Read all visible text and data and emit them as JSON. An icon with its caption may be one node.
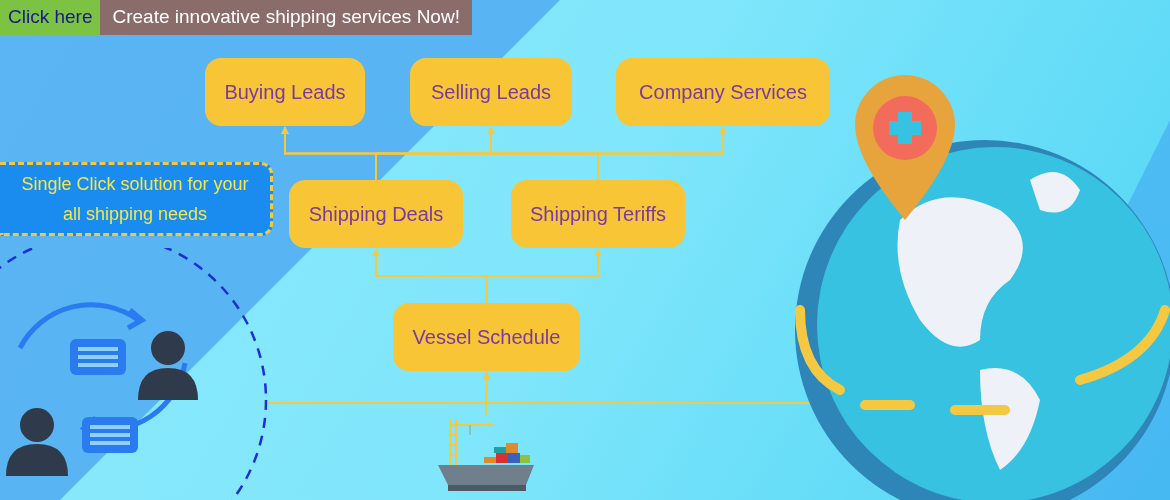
{
  "diagram": {
    "nodes": [
      {
        "text": [
          "Buying Leads"
        ]
      },
      {
        "text": [
          "Selling Leads"
        ]
      },
      {
        "text": [
          "Company Services"
        ]
      },
      {
        "text": [
          "Shipping Deals"
        ]
      },
      {
        "text": [
          "Shipping Teriffs"
        ]
      },
      {
        "text": [
          "Vessel Schedule"
        ]
      },
      {
        "text": [
          "Single Click solution for your all shipping needs"
        ]
      },
      {
        "text": [],
        "shape": "picture"
      },
      {
        "text": [],
        "shape": "picture"
      },
      {
        "text": [],
        "shape": "picture"
      }
    ],
    "edges": [
      {
        "from": 3,
        "to": 0,
        "arrow": "to"
      },
      {
        "from": 3,
        "to": 1,
        "arrow": "to"
      },
      {
        "from": 3,
        "to": 2,
        "arrow": "to"
      },
      {
        "from": 4,
        "to": 0,
        "arrow": "to"
      },
      {
        "from": 4,
        "to": 1,
        "arrow": "to"
      },
      {
        "from": 4,
        "to": 2,
        "arrow": "to"
      },
      {
        "from": 5,
        "to": 3,
        "arrow": "to"
      },
      {
        "from": 5,
        "to": 4,
        "arrow": "to"
      },
      {
        "from": 8,
        "to": 5,
        "arrow": "to"
      },
      {
        "from": 7,
        "to": 9,
        "arrow": "none"
      }
    ],
    "labels": [
      "Click here",
      "Create innovative shipping services Now!"
    ]
  }
}
